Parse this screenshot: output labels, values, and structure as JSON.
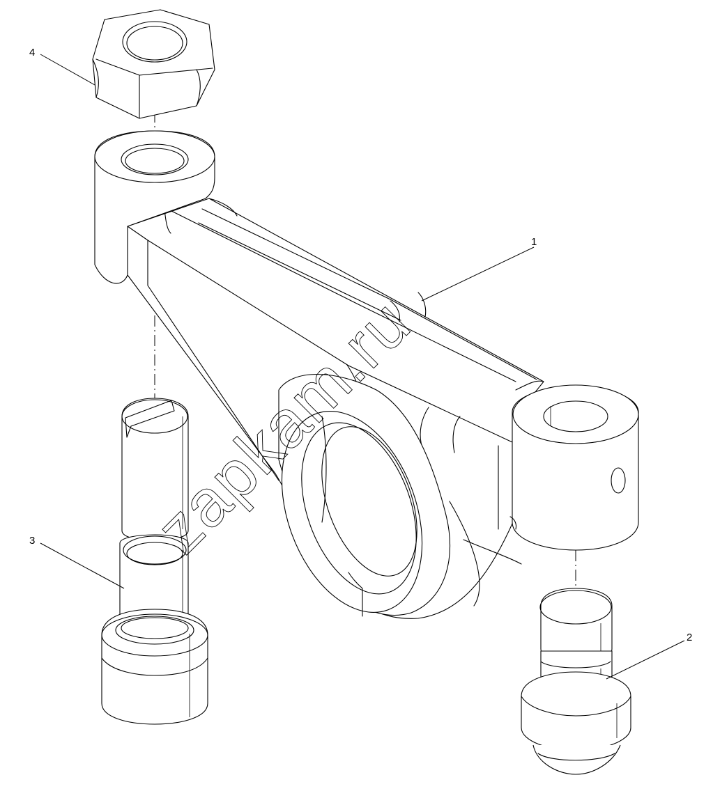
{
  "callouts": {
    "p1": "1",
    "p2": "2",
    "p3": "3",
    "p4": "4"
  },
  "watermark": "zapkam.ru"
}
